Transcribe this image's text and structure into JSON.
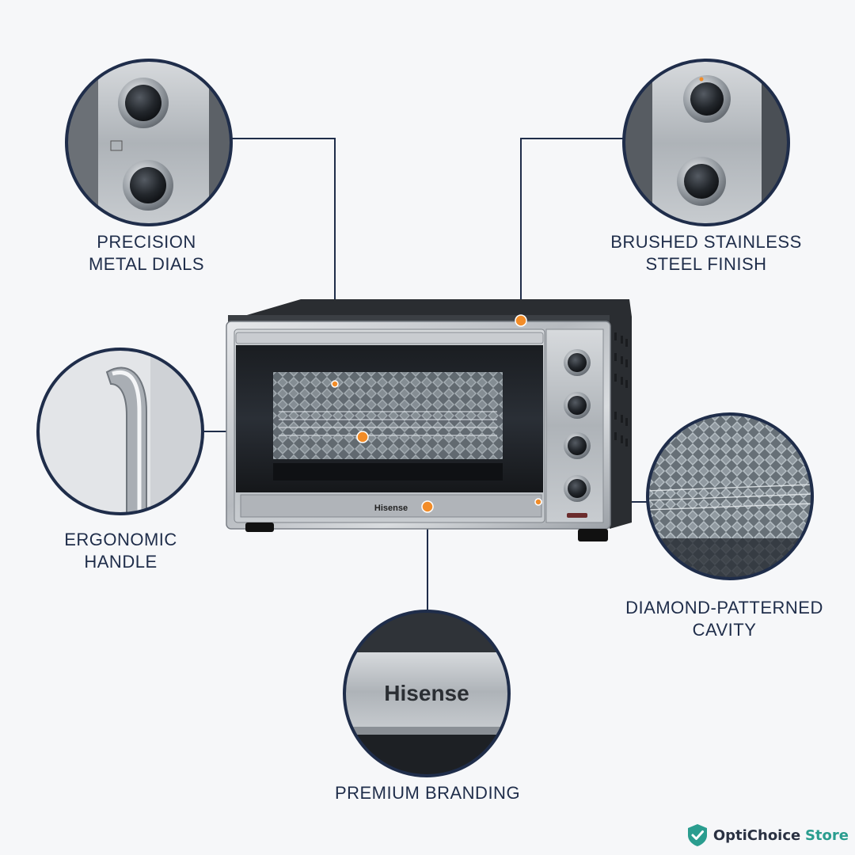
{
  "features": {
    "dials": "PRECISION\nMETAL DIALS",
    "finish": "BRUSHED STAINLESS\nSTEEL FINISH",
    "handle": "ERGONOMIC\nHANDLE",
    "cavity": "DIAMOND-PATTERNED\nCAVITY",
    "branding": "PREMIUM BRANDING"
  },
  "product": {
    "brand": "Hisense"
  },
  "store": {
    "name": "OptiChoice",
    "suffix": "Store"
  },
  "colors": {
    "accent": "#f28c28",
    "line": "#1f2d4a",
    "circle_border": "#1f2d4a",
    "store_teal": "#2a9d8f"
  }
}
